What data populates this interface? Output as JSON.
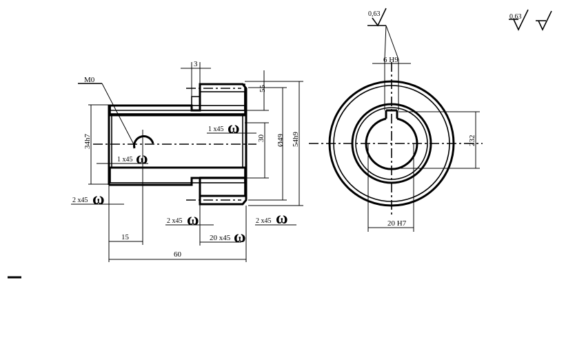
{
  "drawing": {
    "type": "engineering-drawing",
    "subject": "stepped bushing / gear blank with keyway",
    "line_color": "#000000",
    "background": "#ffffff"
  },
  "surface_finish": {
    "top_right_general": "0,63",
    "top_right_other": "",
    "keyway_finish": "0,63"
  },
  "section_view": {
    "thread_label": "M0",
    "chamfers": {
      "inner_right": "1 x45",
      "inner_left": "1 x45",
      "outer_left": "2 x45",
      "flange_left": "2 x45",
      "flange_right": "2 x45",
      "flange_bottom": "20 x45"
    },
    "dimensions": {
      "flange_step": "3",
      "flange_height": "55",
      "bore_diameter": "34h7",
      "inner_diameter": "30",
      "mid_diameter": "Ø49",
      "outer_diameter": "54h9",
      "hole_offset": "15",
      "overall_length": "60"
    },
    "symbol_glyph": "ω"
  },
  "end_view": {
    "keyway_width": "6 H9",
    "keyway_depth": "23.2",
    "keyway_depth_label": "232",
    "bore": "20 H7"
  },
  "misc": {
    "bottom_left_mark": "—"
  }
}
